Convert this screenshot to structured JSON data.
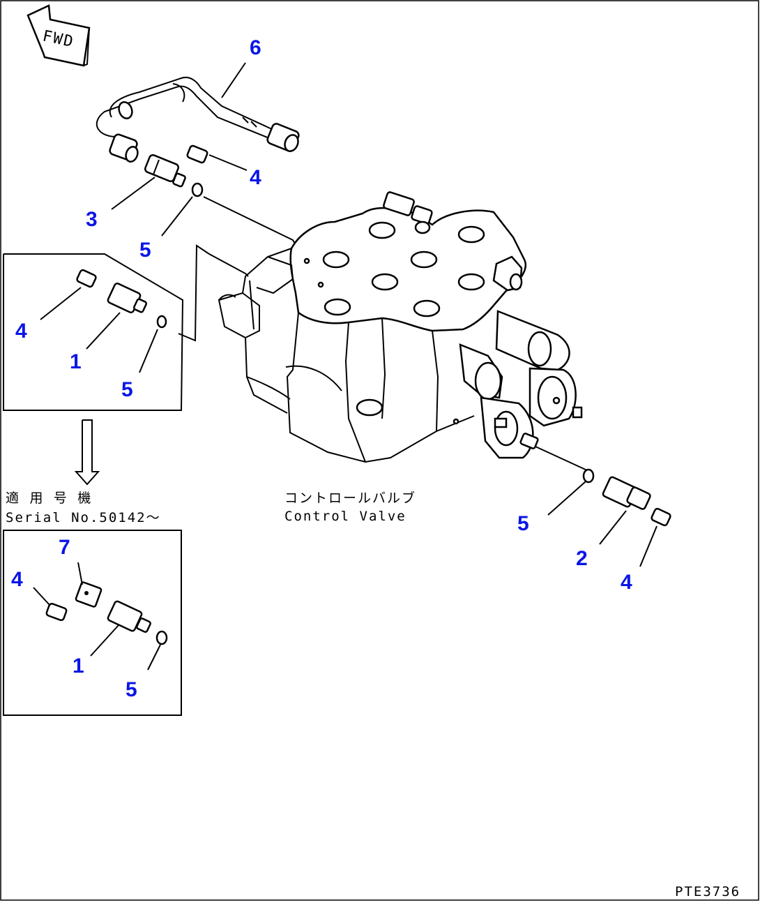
{
  "fwd_arrow": {
    "text": "FWD"
  },
  "main_assembly": {
    "label_jp": "コントロールバルブ",
    "label_en": "Control Valve"
  },
  "callouts_top": [
    {
      "id": "c6",
      "num": "6"
    },
    {
      "id": "c4a",
      "num": "4"
    },
    {
      "id": "c3",
      "num": "3"
    },
    {
      "id": "c5a",
      "num": "5"
    }
  ],
  "inset_upper": {
    "callouts": [
      {
        "num": "4"
      },
      {
        "num": "1"
      },
      {
        "num": "5"
      }
    ]
  },
  "serial_note": {
    "jp": "適 用 号 機",
    "en": "Serial No.50142〜"
  },
  "inset_lower": {
    "callouts": [
      {
        "num": "7"
      },
      {
        "num": "4"
      },
      {
        "num": "1"
      },
      {
        "num": "5"
      }
    ]
  },
  "callouts_right": [
    {
      "num": "5"
    },
    {
      "num": "2"
    },
    {
      "num": "4"
    }
  ],
  "drawing_no": "PTE3736",
  "colors": {
    "callout": "#0a16e6",
    "line": "#000000",
    "background": "#ffffff"
  }
}
